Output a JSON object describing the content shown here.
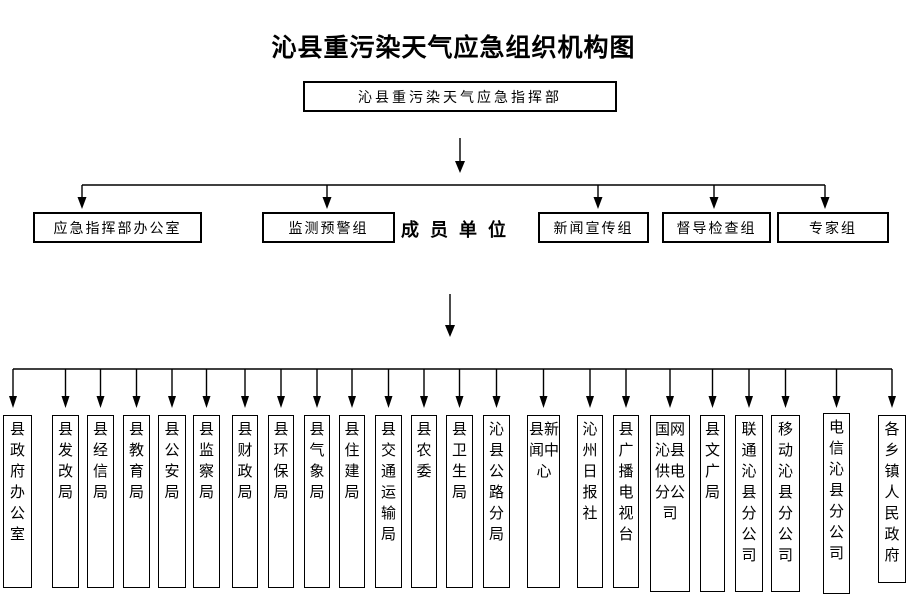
{
  "title": "沁县重污染天气应急组织机构图",
  "root": {
    "label": "沁县重污染天气应急指挥部"
  },
  "level2": {
    "office": "应急指挥部办公室",
    "monitoring": "监测预警组",
    "members_label": "成员单位",
    "news": "新闻宣传组",
    "supervision": "督导检查组",
    "experts": "专家组"
  },
  "members": {
    "items": [
      {
        "label": "县政府办公室"
      },
      {
        "label": "县发改局"
      },
      {
        "label": "县经信局"
      },
      {
        "label": "县教育局"
      },
      {
        "label": "县公安局"
      },
      {
        "label": "县监察局"
      },
      {
        "label": "县财政局"
      },
      {
        "label": "县环保局"
      },
      {
        "label": "县气象局"
      },
      {
        "label": "县住建局"
      },
      {
        "label": "县交通运输局"
      },
      {
        "label": "县农委"
      },
      {
        "label": "县卫生局"
      },
      {
        "label": "沁县公路分局"
      },
      {
        "label": "县新闻中心"
      },
      {
        "label": "沁州日报社"
      },
      {
        "label": "县广播电视台"
      },
      {
        "label": "国网沁县供电分公司"
      },
      {
        "label": "县文广局"
      },
      {
        "label": "联通沁县分公司"
      },
      {
        "label": "移动沁县分公司"
      },
      {
        "label": "电信沁县分公司"
      },
      {
        "label": "各乡镇人民政府"
      }
    ]
  },
  "colors": {
    "line": "#000000",
    "text": "#000000",
    "background": "#ffffff"
  }
}
